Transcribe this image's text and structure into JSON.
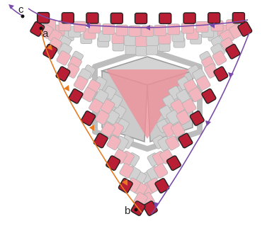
{
  "labels": {
    "a": "a",
    "b": "b",
    "c": "c"
  },
  "colors": {
    "red_bead": "#b81f35",
    "pink_bead": "#f3b6be",
    "gray_bead": "#d2d2d2",
    "bead_outline": "#222222",
    "center_fill": "#cfcfcf",
    "center_pink": "#ee8e99",
    "thread_purple": "#7a4aa8",
    "thread_orange": "#e8791e"
  },
  "icons": {
    "direction_arrow": "arrowhead-icon",
    "start_point": "dot-icon"
  }
}
